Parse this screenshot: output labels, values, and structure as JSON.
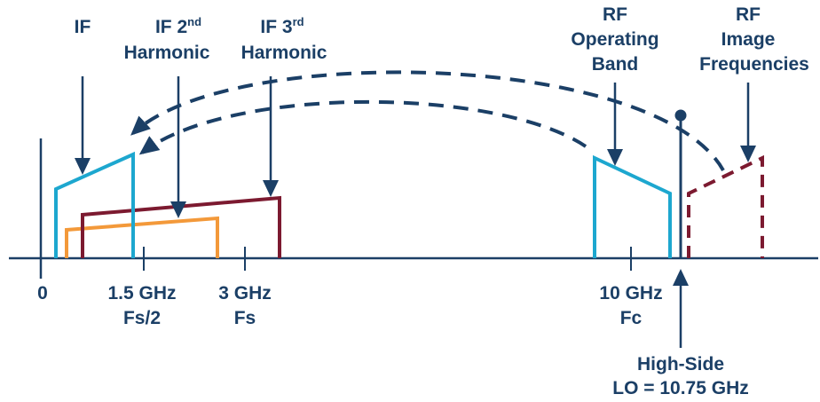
{
  "colors": {
    "navy": "#1b3f66",
    "blue": "#1da7cf",
    "maroon": "#7c1a30",
    "orange": "#f3993a"
  },
  "labels": {
    "if": "IF",
    "if2_main": "IF 2",
    "if2_sup": "nd",
    "if2_sub": "Harmonic",
    "if3_main": "IF 3",
    "if3_sup": "rd",
    "if3_sub": "Harmonic",
    "rf_band_1": "RF",
    "rf_band_2": "Operating",
    "rf_band_3": "Band",
    "rf_image_1": "RF",
    "rf_image_2": "Image",
    "rf_image_3": "Frequencies"
  },
  "axis": {
    "tick_0": "0",
    "tick_1_5": "1.5 GHz",
    "tick_1_5_sub": "Fs/2",
    "tick_3": "3 GHz",
    "tick_3_sub": "Fs",
    "tick_10": "10 GHz",
    "tick_10_sub": "Fc",
    "lo_1": "High-Side",
    "lo_2": "LO = 10.75 GHz"
  }
}
